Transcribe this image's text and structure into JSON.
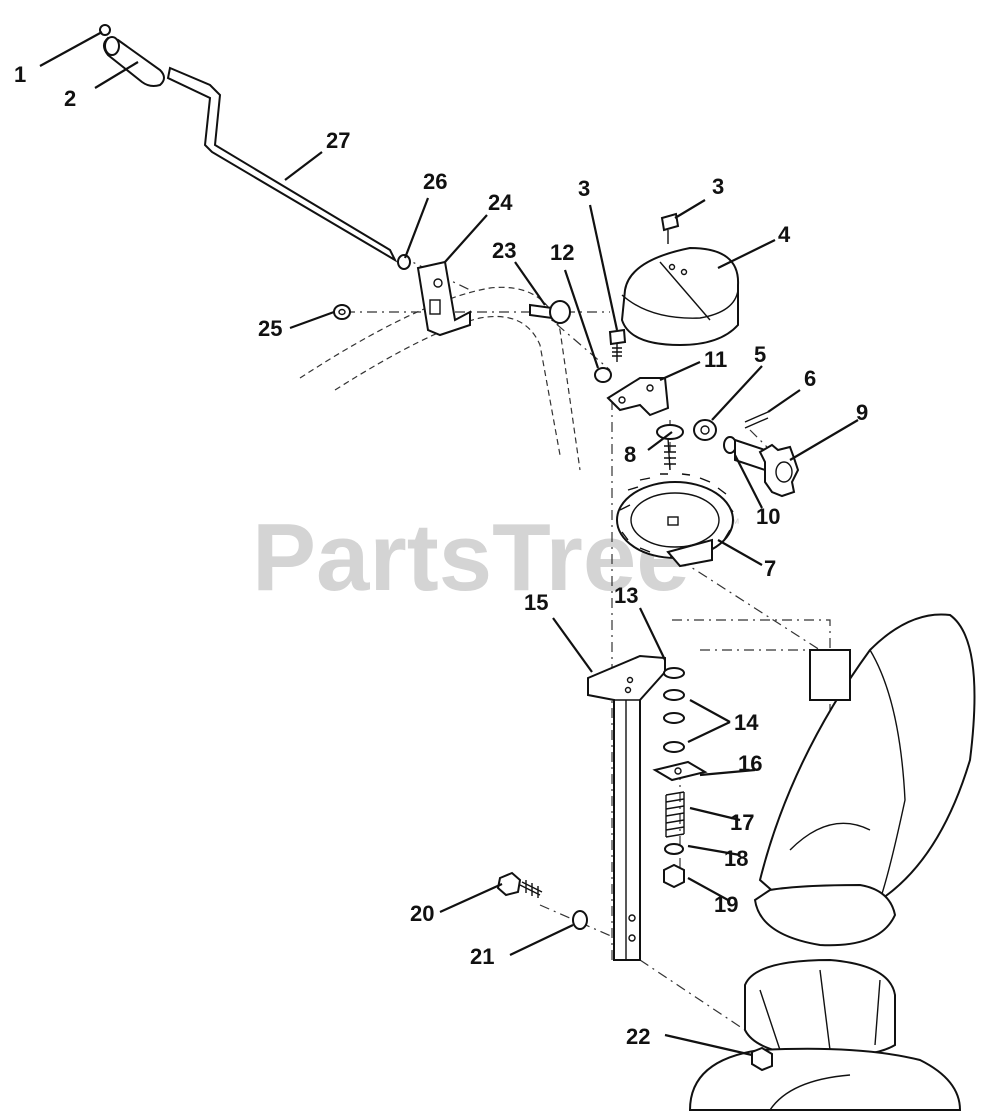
{
  "watermark": {
    "text": "PartsTree",
    "trademark": "™"
  },
  "callouts": [
    {
      "id": "c1",
      "label": "1"
    },
    {
      "id": "c2",
      "label": "2"
    },
    {
      "id": "c27",
      "label": "27"
    },
    {
      "id": "c26",
      "label": "26"
    },
    {
      "id": "c24",
      "label": "24"
    },
    {
      "id": "c23",
      "label": "23"
    },
    {
      "id": "c25",
      "label": "25"
    },
    {
      "id": "c3a",
      "label": "3"
    },
    {
      "id": "c3b",
      "label": "3"
    },
    {
      "id": "c12",
      "label": "12"
    },
    {
      "id": "c4",
      "label": "4"
    },
    {
      "id": "c11",
      "label": "11"
    },
    {
      "id": "c5",
      "label": "5"
    },
    {
      "id": "c6",
      "label": "6"
    },
    {
      "id": "c9",
      "label": "9"
    },
    {
      "id": "c8",
      "label": "8"
    },
    {
      "id": "c10",
      "label": "10"
    },
    {
      "id": "c7",
      "label": "7"
    },
    {
      "id": "c15",
      "label": "15"
    },
    {
      "id": "c13",
      "label": "13"
    },
    {
      "id": "c14",
      "label": "14"
    },
    {
      "id": "c16",
      "label": "16"
    },
    {
      "id": "c17",
      "label": "17"
    },
    {
      "id": "c18",
      "label": "18"
    },
    {
      "id": "c19",
      "label": "19"
    },
    {
      "id": "c20",
      "label": "20"
    },
    {
      "id": "c21",
      "label": "21"
    },
    {
      "id": "c22",
      "label": "22"
    }
  ]
}
